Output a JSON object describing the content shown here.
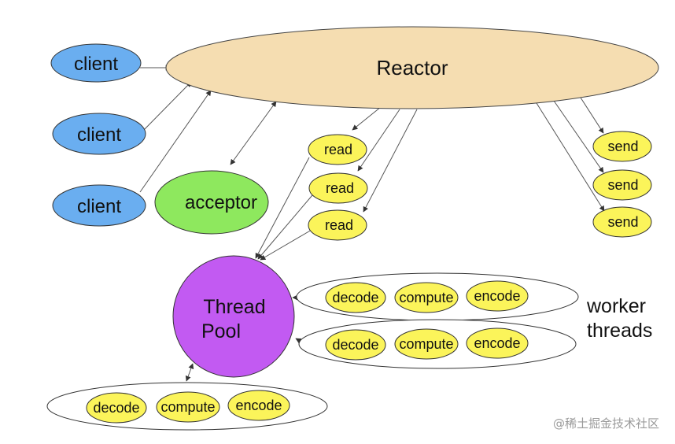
{
  "nodes": {
    "reactor": "Reactor",
    "clients": [
      "client",
      "client",
      "client"
    ],
    "acceptor": "acceptor",
    "reads": [
      "read",
      "read",
      "read"
    ],
    "sends": [
      "send",
      "send",
      "send"
    ],
    "thread_pool_line1": "Thread",
    "thread_pool_line2": "Pool",
    "worker_groups": [
      [
        "decode",
        "compute",
        "encode"
      ],
      [
        "decode",
        "compute",
        "encode"
      ],
      [
        "decode",
        "compute",
        "encode"
      ]
    ]
  },
  "annotations": {
    "worker_label_line1": "worker",
    "worker_label_line2": "threads"
  },
  "watermark": "@稀土掘金技术社区",
  "colors": {
    "reactor_fill": "#f5ddb1",
    "client_fill": "#6aaef0",
    "acceptor_fill": "#8ee85e",
    "task_fill": "#fbf45a",
    "pool_fill": "#c25af2",
    "stroke": "#444444"
  }
}
